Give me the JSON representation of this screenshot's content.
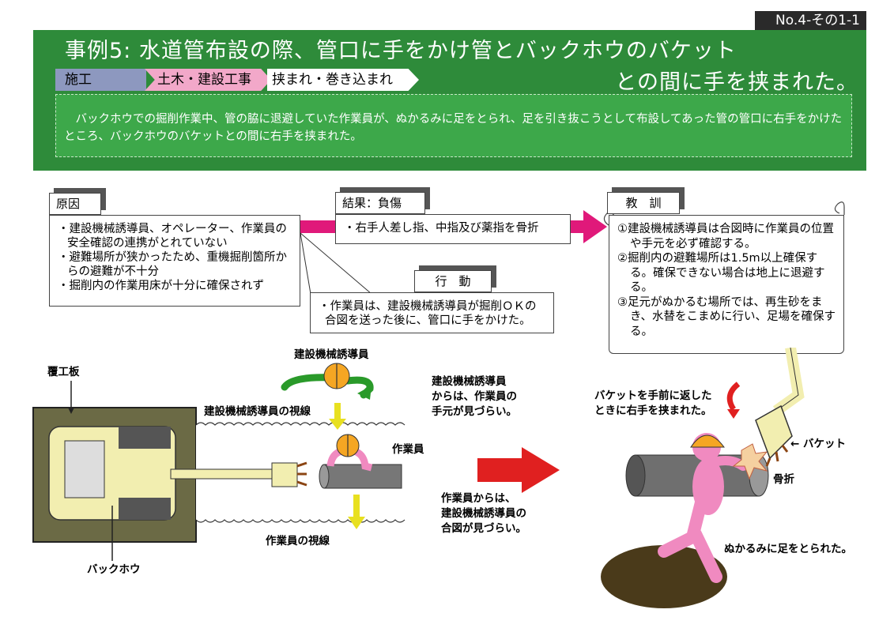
{
  "header": {
    "page_no": "No.4-その1-1",
    "title_line1": "事例5: 水道管布設の際、管口に手をかけ管とバックホウのバケット",
    "title_line2": "との間に手を挟まれた。",
    "tags": [
      "施工",
      "土木・建設工事",
      "挟まれ・巻き込まれ"
    ],
    "summary": "バックホウでの掘削作業中、管の脇に退避していた作業員が、ぬかるみに足をとられ、足を引き抜こうとして布設してあった管の管口に右手をかけたところ、バックホウのバケットとの間に右手を挟まれた。"
  },
  "cause": {
    "label": "原因",
    "items": [
      "・建設機械誘導員、オペレーター、作業員の安全確認の連携がとれていない",
      "・避難場所が狭かったため、重機掘削箇所からの避難が不十分",
      "・掘削内の作業用床が十分に確保されず"
    ]
  },
  "result": {
    "label": "結果：負傷",
    "text": "・右手人差し指、中指及び薬指を骨折"
  },
  "action": {
    "label": "行　動",
    "text": "・作業員は、建設機械誘導員が掘削ＯＫの合図を送った後に、管口に手をかけた。"
  },
  "lesson": {
    "label": "教　訓",
    "items": [
      "①建設機械誘導員は合図時に作業員の位置や手元を必ず確認する。",
      "②掘削内の避難場所は1.5m以上確保する。確保できない場合は地上に退避する。",
      "③足元がぬかるむ場所では、再生砂をまき、水替をこまめに行い、足場を確保する。"
    ]
  },
  "figure_left": {
    "cover_plate": "覆工板",
    "backhoe": "バックホウ",
    "guide": "建設機械誘導員",
    "guide_sight": "建設機械誘導員の視線",
    "worker": "作業員",
    "worker_sight": "作業員の視線",
    "note1": "建設機械誘導員\nからは、作業員の\n手元が見づらい。",
    "note2": "作業員からは、\n建設機械誘導員の\n合図が見づらい。"
  },
  "figure_right": {
    "caught": "バケットを手前に返した\nときに右手を挟まれた。",
    "bucket": "← バケット",
    "fracture": "骨折",
    "mud": "ぬかるみに足をとられた。"
  },
  "colors": {
    "banner": "#2e8b3a",
    "summary": "#3da84a",
    "arrow_pink": "#e0197a",
    "arrow_red": "#e02020",
    "worker_pink": "#f08ac0",
    "helmet": "#f5a623",
    "machine_yellow": "#f2eeb0",
    "green_arrow": "#2a9a2a"
  }
}
